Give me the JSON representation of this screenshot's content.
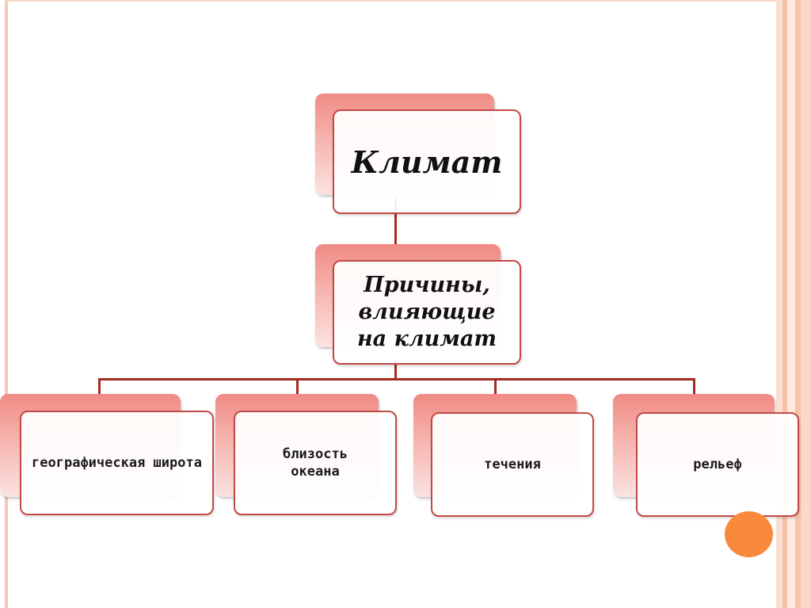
{
  "diagram": {
    "root": {
      "label": "Климат"
    },
    "middle": {
      "label": "Причины, влияющие на климат"
    },
    "leaves": [
      {
        "label": "географическая широта"
      },
      {
        "label": "близость океана"
      },
      {
        "label": "течения"
      },
      {
        "label": "рельеф"
      }
    ]
  },
  "colors": {
    "accent_gradient_top": "#f08a84",
    "accent_gradient_bottom": "#fbe3e1",
    "box_border": "#c14a46",
    "connector": "#a52a20",
    "dot": "#f98a3c",
    "frame_stripe": "#f7c9b5"
  }
}
